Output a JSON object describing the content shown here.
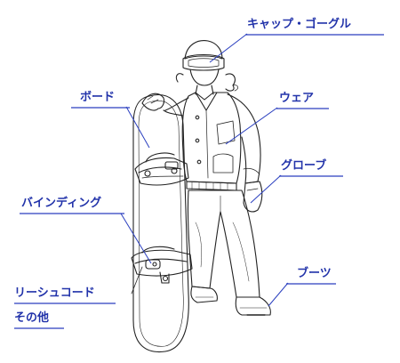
{
  "labels": {
    "cap_goggles": "キャップ・ゴーグル",
    "board": "ボード",
    "wear": "ウェア",
    "gloves": "グローブ",
    "bindings": "バインディング",
    "boots": "ブーツ",
    "leash_cord": "リーシュコード",
    "other": "その他"
  },
  "colors": {
    "label_text": "#2233aa",
    "underline": "#2a3fbf",
    "leader": "#2a3fbf",
    "outline": "#222222"
  }
}
